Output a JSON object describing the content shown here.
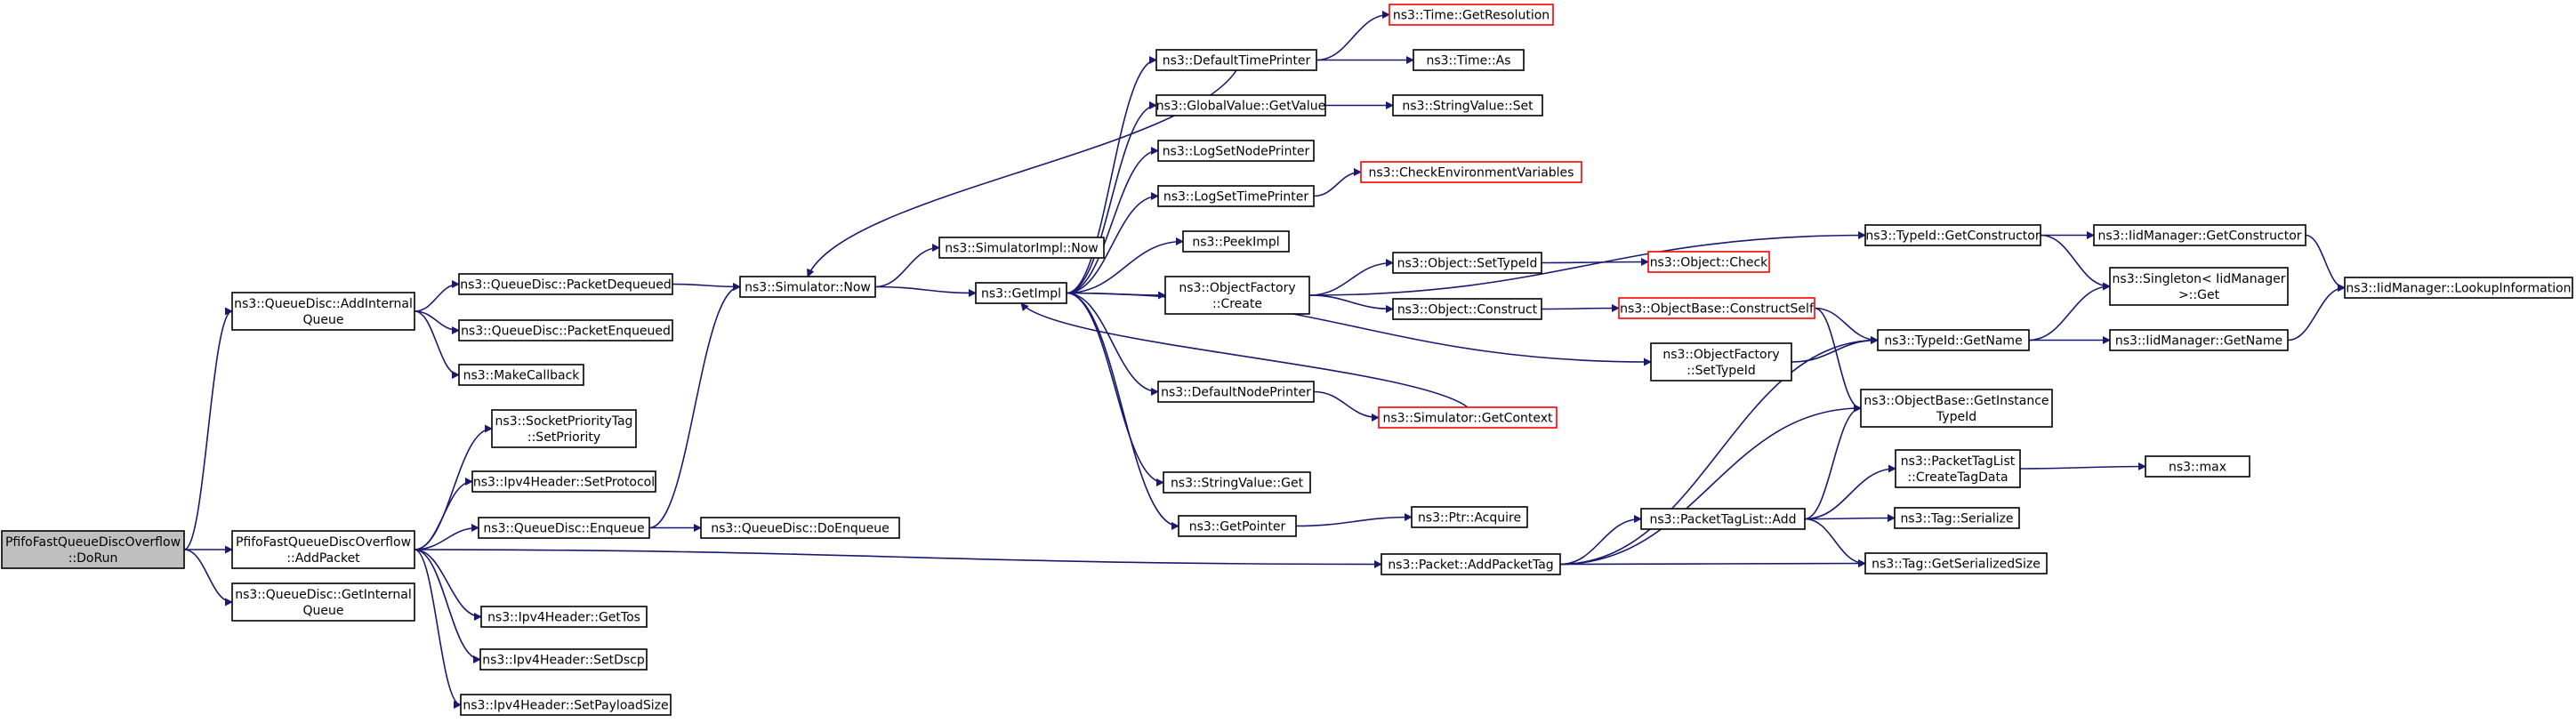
{
  "colors": {
    "edge": "#191970",
    "node_border": "#000000",
    "node_fill": "#ffffff",
    "root_fill": "#bfbfbf",
    "truncated_border": "#ff0000"
  },
  "nodes": [
    {
      "id": "doRun",
      "lines": [
        "PfifoFastQueueDiscOverflow",
        "::DoRun"
      ],
      "style": "root"
    },
    {
      "id": "addInternalQueue",
      "lines": [
        "ns3::QueueDisc::AddInternal",
        "Queue"
      ],
      "style": "normal"
    },
    {
      "id": "addPacket",
      "lines": [
        "PfifoFastQueueDiscOverflow",
        "::AddPacket"
      ],
      "style": "normal"
    },
    {
      "id": "getInternalQueue",
      "lines": [
        "ns3::QueueDisc::GetInternal",
        "Queue"
      ],
      "style": "normal"
    },
    {
      "id": "packetDequeued",
      "lines": [
        "ns3::QueueDisc::PacketDequeued"
      ],
      "style": "normal"
    },
    {
      "id": "packetEnqueued",
      "lines": [
        "ns3::QueueDisc::PacketEnqueued"
      ],
      "style": "normal"
    },
    {
      "id": "makeCallback",
      "lines": [
        "ns3::MakeCallback"
      ],
      "style": "normal"
    },
    {
      "id": "setPriority",
      "lines": [
        "ns3::SocketPriorityTag",
        "::SetPriority"
      ],
      "style": "normal"
    },
    {
      "id": "setProtocol",
      "lines": [
        "ns3::Ipv4Header::SetProtocol"
      ],
      "style": "normal"
    },
    {
      "id": "enqueue",
      "lines": [
        "ns3::QueueDisc::Enqueue"
      ],
      "style": "normal"
    },
    {
      "id": "getTos",
      "lines": [
        "ns3::Ipv4Header::GetTos"
      ],
      "style": "normal"
    },
    {
      "id": "setDscp",
      "lines": [
        "ns3::Ipv4Header::SetDscp"
      ],
      "style": "normal"
    },
    {
      "id": "setPayloadSize",
      "lines": [
        "ns3::Ipv4Header::SetPayloadSize"
      ],
      "style": "normal"
    },
    {
      "id": "simNow",
      "lines": [
        "ns3::Simulator::Now"
      ],
      "style": "normal"
    },
    {
      "id": "doEnqueue",
      "lines": [
        "ns3::QueueDisc::DoEnqueue"
      ],
      "style": "normal"
    },
    {
      "id": "simImplNow",
      "lines": [
        "ns3::SimulatorImpl::Now"
      ],
      "style": "normal"
    },
    {
      "id": "getImpl",
      "lines": [
        "ns3::GetImpl"
      ],
      "style": "normal"
    },
    {
      "id": "defaultTimePrinter",
      "lines": [
        "ns3::DefaultTimePrinter"
      ],
      "style": "normal"
    },
    {
      "id": "globalGetValue",
      "lines": [
        "ns3::GlobalValue::GetValue"
      ],
      "style": "normal"
    },
    {
      "id": "logSetNodePrinter",
      "lines": [
        "ns3::LogSetNodePrinter"
      ],
      "style": "normal"
    },
    {
      "id": "logSetTimePrinter",
      "lines": [
        "ns3::LogSetTimePrinter"
      ],
      "style": "normal"
    },
    {
      "id": "peekImpl",
      "lines": [
        "ns3::PeekImpl"
      ],
      "style": "normal"
    },
    {
      "id": "objFactoryCreate",
      "lines": [
        "ns3::ObjectFactory",
        "::Create"
      ],
      "style": "normal"
    },
    {
      "id": "defaultNodePrinter",
      "lines": [
        "ns3::DefaultNodePrinter"
      ],
      "style": "normal"
    },
    {
      "id": "stringValueGet",
      "lines": [
        "ns3::StringValue::Get"
      ],
      "style": "normal"
    },
    {
      "id": "getPointer",
      "lines": [
        "ns3::GetPointer"
      ],
      "style": "normal"
    },
    {
      "id": "timeGetResolution",
      "lines": [
        "ns3::Time::GetResolution"
      ],
      "style": "truncated"
    },
    {
      "id": "timeAs",
      "lines": [
        "ns3::Time::As"
      ],
      "style": "normal"
    },
    {
      "id": "stringValueSet",
      "lines": [
        "ns3::StringValue::Set"
      ],
      "style": "normal"
    },
    {
      "id": "checkEnvVars",
      "lines": [
        "ns3::CheckEnvironmentVariables"
      ],
      "style": "truncated"
    },
    {
      "id": "objSetTypeId",
      "lines": [
        "ns3::Object::SetTypeId"
      ],
      "style": "normal"
    },
    {
      "id": "objConstruct",
      "lines": [
        "ns3::Object::Construct"
      ],
      "style": "normal"
    },
    {
      "id": "simGetContext",
      "lines": [
        "ns3::Simulator::GetContext"
      ],
      "style": "truncated"
    },
    {
      "id": "ptrAcquire",
      "lines": [
        "ns3::Ptr::Acquire"
      ],
      "style": "normal"
    },
    {
      "id": "addPacketTag",
      "lines": [
        "ns3::Packet::AddPacketTag"
      ],
      "style": "normal"
    },
    {
      "id": "objCheck",
      "lines": [
        "ns3::Object::Check"
      ],
      "style": "truncated"
    },
    {
      "id": "constructSelf",
      "lines": [
        "ns3::ObjectBase::ConstructSelf"
      ],
      "style": "truncated"
    },
    {
      "id": "factorySetTypeId",
      "lines": [
        "ns3::ObjectFactory",
        "::SetTypeId"
      ],
      "style": "normal"
    },
    {
      "id": "ptlAdd",
      "lines": [
        "ns3::PacketTagList::Add"
      ],
      "style": "normal"
    },
    {
      "id": "typeIdGetConstructor",
      "lines": [
        "ns3::TypeId::GetConstructor"
      ],
      "style": "normal"
    },
    {
      "id": "typeIdGetName",
      "lines": [
        "ns3::TypeId::GetName"
      ],
      "style": "normal"
    },
    {
      "id": "getInstanceTypeId",
      "lines": [
        "ns3::ObjectBase::GetInstance",
        "TypeId"
      ],
      "style": "normal"
    },
    {
      "id": "createTagData",
      "lines": [
        "ns3::PacketTagList",
        "::CreateTagData"
      ],
      "style": "normal"
    },
    {
      "id": "tagSerialize",
      "lines": [
        "ns3::Tag::Serialize"
      ],
      "style": "normal"
    },
    {
      "id": "tagGetSerializedSize",
      "lines": [
        "ns3::Tag::GetSerializedSize"
      ],
      "style": "normal"
    },
    {
      "id": "iidGetConstructor",
      "lines": [
        "ns3::IidManager::GetConstructor"
      ],
      "style": "normal"
    },
    {
      "id": "singletonGet",
      "lines": [
        "ns3::Singleton< IidManager",
        " >::Get"
      ],
      "style": "normal"
    },
    {
      "id": "iidGetName",
      "lines": [
        "ns3::IidManager::GetName"
      ],
      "style": "normal"
    },
    {
      "id": "ns3max",
      "lines": [
        "ns3::max"
      ],
      "style": "normal"
    },
    {
      "id": "lookupInformation",
      "lines": [
        "ns3::IidManager::LookupInformation"
      ],
      "style": "normal"
    }
  ],
  "edges": [
    [
      "doRun",
      "addInternalQueue"
    ],
    [
      "doRun",
      "addPacket"
    ],
    [
      "doRun",
      "getInternalQueue"
    ],
    [
      "addInternalQueue",
      "packetDequeued"
    ],
    [
      "addInternalQueue",
      "packetEnqueued"
    ],
    [
      "addInternalQueue",
      "makeCallback"
    ],
    [
      "addPacket",
      "setPriority"
    ],
    [
      "addPacket",
      "setProtocol"
    ],
    [
      "addPacket",
      "enqueue"
    ],
    [
      "addPacket",
      "getTos"
    ],
    [
      "addPacket",
      "setDscp"
    ],
    [
      "addPacket",
      "setPayloadSize"
    ],
    [
      "addPacket",
      "addPacketTag"
    ],
    [
      "packetDequeued",
      "simNow"
    ],
    [
      "enqueue",
      "simNow"
    ],
    [
      "enqueue",
      "doEnqueue"
    ],
    [
      "simNow",
      "simImplNow"
    ],
    [
      "simNow",
      "getImpl"
    ],
    [
      "defaultTimePrinter",
      "simNow"
    ],
    [
      "getImpl",
      "defaultTimePrinter"
    ],
    [
      "getImpl",
      "globalGetValue"
    ],
    [
      "getImpl",
      "logSetNodePrinter"
    ],
    [
      "getImpl",
      "logSetTimePrinter"
    ],
    [
      "getImpl",
      "peekImpl"
    ],
    [
      "getImpl",
      "objFactoryCreate"
    ],
    [
      "getImpl",
      "factorySetTypeId"
    ],
    [
      "getImpl",
      "defaultNodePrinter"
    ],
    [
      "getImpl",
      "stringValueGet"
    ],
    [
      "getImpl",
      "getPointer"
    ],
    [
      "simGetContext",
      "getImpl"
    ],
    [
      "defaultTimePrinter",
      "timeGetResolution"
    ],
    [
      "defaultTimePrinter",
      "timeAs"
    ],
    [
      "globalGetValue",
      "stringValueSet"
    ],
    [
      "logSetTimePrinter",
      "checkEnvVars"
    ],
    [
      "objFactoryCreate",
      "typeIdGetConstructor"
    ],
    [
      "objFactoryCreate",
      "objSetTypeId"
    ],
    [
      "objFactoryCreate",
      "objConstruct"
    ],
    [
      "defaultNodePrinter",
      "simGetContext"
    ],
    [
      "getPointer",
      "ptrAcquire"
    ],
    [
      "objSetTypeId",
      "objCheck"
    ],
    [
      "objConstruct",
      "constructSelf"
    ],
    [
      "constructSelf",
      "typeIdGetName"
    ],
    [
      "constructSelf",
      "getInstanceTypeId"
    ],
    [
      "factorySetTypeId",
      "typeIdGetName"
    ],
    [
      "addPacketTag",
      "typeIdGetName"
    ],
    [
      "addPacketTag",
      "getInstanceTypeId"
    ],
    [
      "addPacketTag",
      "ptlAdd"
    ],
    [
      "addPacketTag",
      "tagGetSerializedSize"
    ],
    [
      "ptlAdd",
      "getInstanceTypeId"
    ],
    [
      "ptlAdd",
      "createTagData"
    ],
    [
      "ptlAdd",
      "tagSerialize"
    ],
    [
      "ptlAdd",
      "tagGetSerializedSize"
    ],
    [
      "createTagData",
      "ns3max"
    ],
    [
      "typeIdGetConstructor",
      "iidGetConstructor"
    ],
    [
      "typeIdGetConstructor",
      "singletonGet"
    ],
    [
      "typeIdGetName",
      "singletonGet"
    ],
    [
      "typeIdGetName",
      "iidGetName"
    ],
    [
      "iidGetConstructor",
      "lookupInformation"
    ],
    [
      "iidGetName",
      "lookupInformation"
    ]
  ]
}
